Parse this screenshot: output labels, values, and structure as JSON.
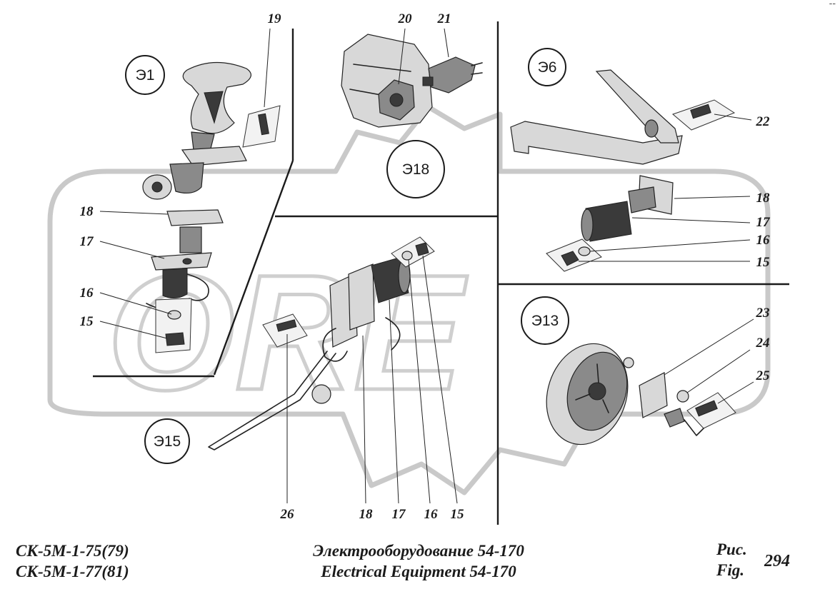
{
  "figure": {
    "models": [
      "СК-5М-1-75(79)",
      "СК-5М-1-77(81)"
    ],
    "title_ru": "Электрооборудование 54-170",
    "title_en": "Electrical Equipment 54-170",
    "fig_label_ru": "Рис.",
    "fig_label_en": "Fig.",
    "fig_number": "294",
    "corner_mark": "--"
  },
  "watermark": {
    "text": "ORE"
  },
  "views": {
    "e1": "Э1",
    "e6": "Э6",
    "e13": "Э13",
    "e15": "Э15",
    "e18": "Э18"
  },
  "callouts": {
    "e1_19": "19",
    "e1_18": "18",
    "e1_17": "17",
    "e1_16": "16",
    "e1_15": "15",
    "e18_20": "20",
    "e18_21": "21",
    "e6_22": "22",
    "e6_18": "18",
    "e6_17": "17",
    "e6_16": "16",
    "e6_15": "15",
    "e13_23": "23",
    "e13_24": "24",
    "e13_25": "25",
    "e15_26": "26",
    "e15_18": "18",
    "e15_17": "17",
    "e15_16": "16",
    "e15_15": "15"
  }
}
